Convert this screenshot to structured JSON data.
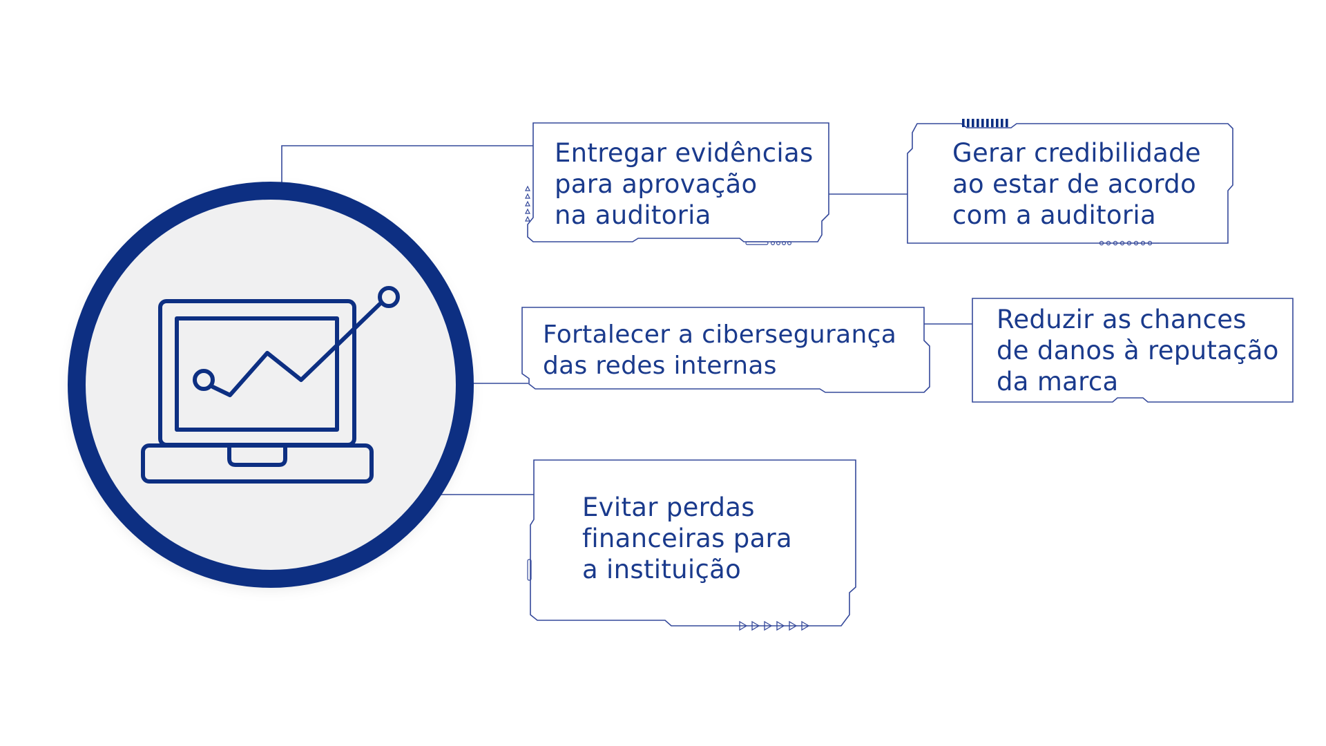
{
  "colors": {
    "brand": "#0d2f82",
    "line": "#34489a",
    "text": "#1a3a8c",
    "circle_fill": "#f0f0f1"
  },
  "hub": {
    "icon": "laptop-growth-chart-icon"
  },
  "boxes": {
    "evidencias": {
      "lines": [
        "Entregar evidências",
        "para aprovação",
        "na auditoria"
      ]
    },
    "credibilidade": {
      "lines": [
        "Gerar credibilidade",
        "ao estar de acordo",
        "com a auditoria"
      ]
    },
    "ciberseguranca": {
      "lines": [
        "Fortalecer a cibersegurança",
        "das redes internas"
      ]
    },
    "reputacao": {
      "lines": [
        "Reduzir as chances",
        "de danos à reputação",
        "da marca"
      ]
    },
    "perdas": {
      "lines": [
        "Evitar perdas",
        "financeiras para",
        "a instituição"
      ]
    }
  }
}
